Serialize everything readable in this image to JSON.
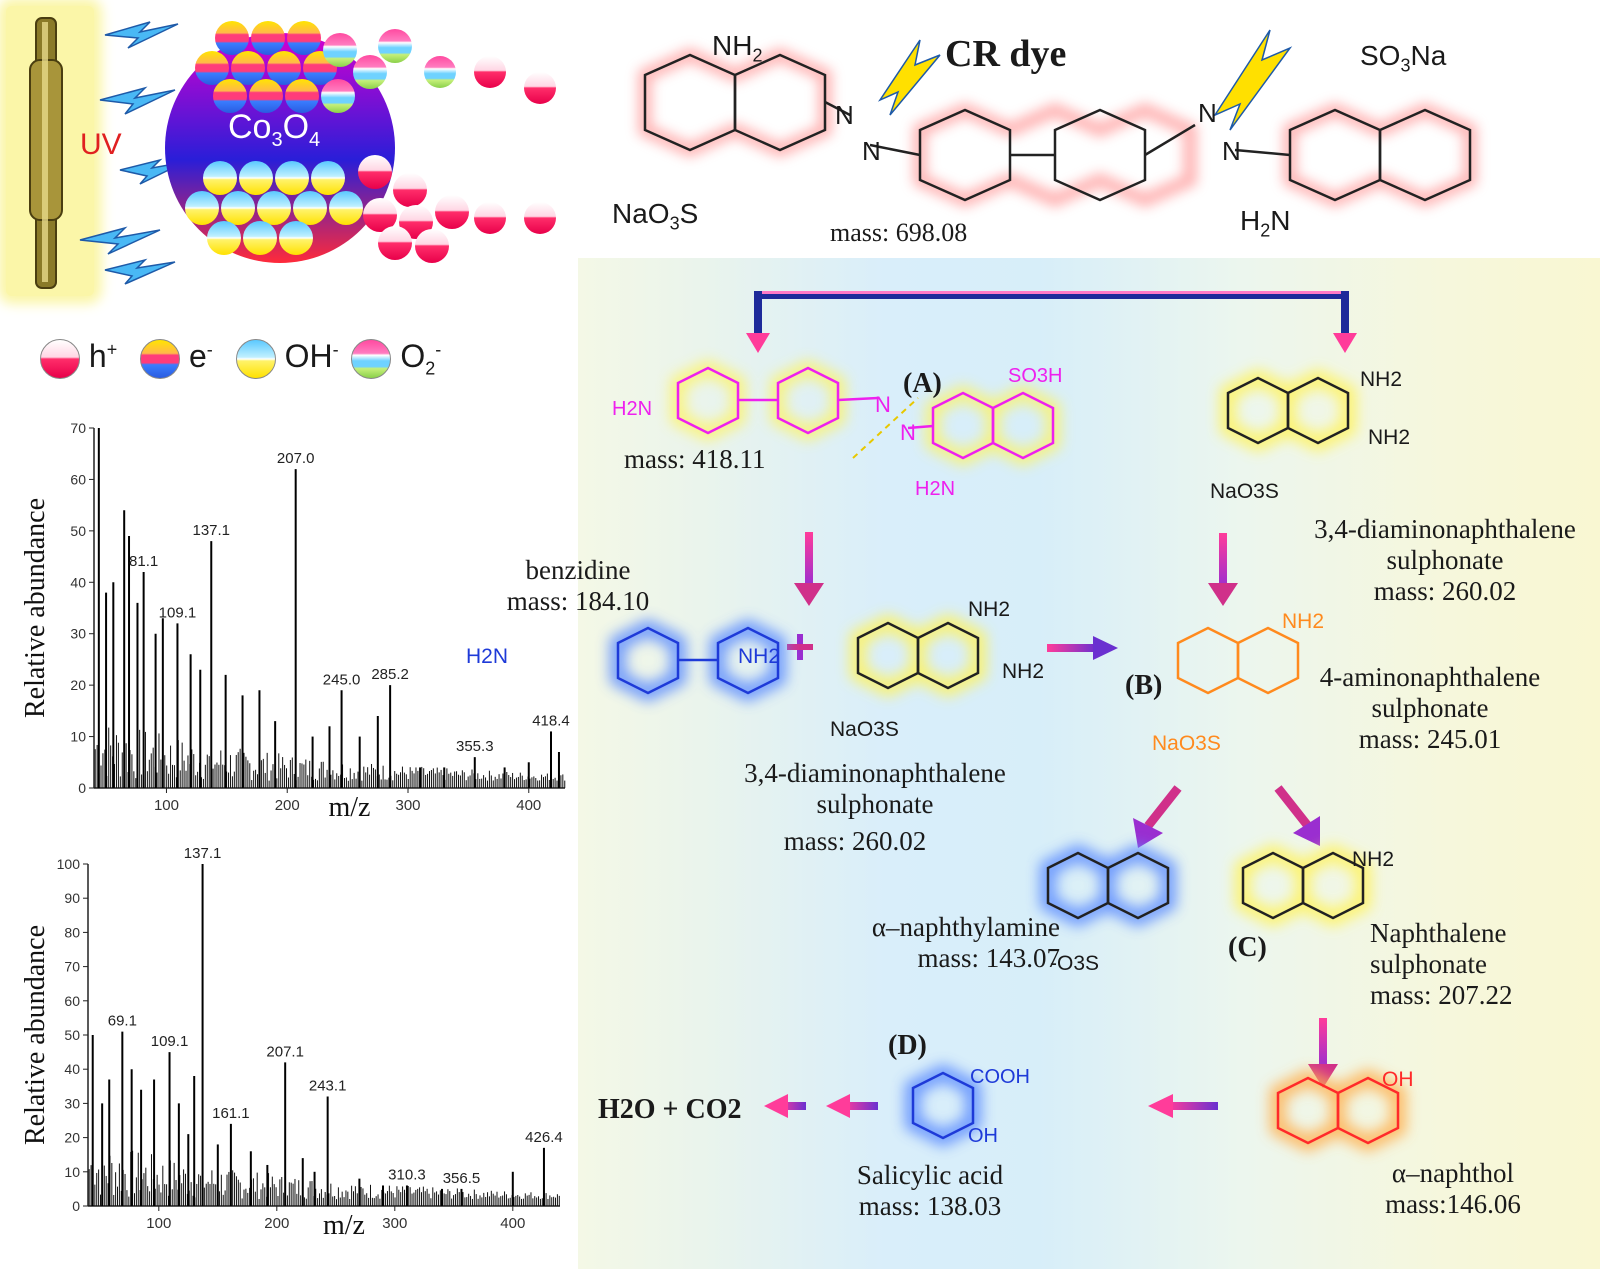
{
  "photocatalysis": {
    "uv_label": "UV",
    "catalyst_label": "Co3O4",
    "catalyst_main": "Co",
    "catalyst_sub1": "3",
    "catalyst_mid": "O",
    "catalyst_sub2": "4",
    "legend": [
      {
        "name": "hole",
        "text": "h",
        "sup": "+",
        "icon": "hole-ball-icon"
      },
      {
        "name": "electron",
        "text": "e",
        "sup": "-",
        "icon": "electron-ball-icon"
      },
      {
        "name": "hydroxyl",
        "text": "OH",
        "sup": "-",
        "icon": "hydroxyl-ball-icon"
      },
      {
        "name": "superoxide",
        "text": "O",
        "sub": "2",
        "sup": "-",
        "icon": "superoxide-ball-icon"
      }
    ]
  },
  "dye": {
    "title": "CR dye",
    "mass": "mass: 698.08",
    "groups": {
      "nh2_left": "NH",
      "nh2_left_sub": "2",
      "so3na_right": "SO",
      "so3na_right_sub": "3",
      "so3na_right_tail": "Na",
      "nao3s_left": "NaO",
      "nao3s_left_sub": "3",
      "nao3s_left_tail": "S",
      "h2n_right": "H",
      "h2n_right_sub": "2",
      "h2n_right_tail": "N",
      "n1": "N",
      "n2": "N",
      "n3": "N",
      "n4": "N"
    }
  },
  "pathway": {
    "A": {
      "tag": "(A)",
      "mass": "mass: 418.11",
      "h2n": "H2N",
      "so3h": "SO3H",
      "h2n_bottom": "H2N",
      "n_top": "N",
      "n_bottom": "N"
    },
    "right_top": {
      "nh2_a": "NH2",
      "nh2_b": "NH2",
      "nao3s": "NaO3S",
      "name_1": "3,4-diaminonaphthalene",
      "name_2": "sulphonate",
      "mass": "mass: 260.02"
    },
    "benzidine": {
      "name": "benzidine",
      "mass": "mass: 184.10",
      "h2n": "H2N",
      "nh2": "NH2"
    },
    "plus": "+",
    "mid_dans": {
      "nh2_a": "NH2",
      "nh2_b": "NH2",
      "nao3s": "NaO3S",
      "name_1": "3,4-diaminonaphthalene",
      "name_2": "sulphonate",
      "mass": "mass: 260.02"
    },
    "B": {
      "tag": "(B)",
      "nh2": "NH2",
      "nao3s": "NaO3S",
      "name_1": "4-aminonaphthalene",
      "name_2": "sulphonate",
      "mass": "mass: 245.01"
    },
    "naphthylamine": {
      "name": "α–naphthylamine",
      "mass": "mass: 143.07",
      "o3s": "-O3S"
    },
    "C": {
      "tag": "(C)",
      "nh2": "NH2",
      "name_1": "Naphthalene",
      "name_2": "sulphonate",
      "mass": "mass: 207.22"
    },
    "naphthol": {
      "oh": "OH",
      "name": "α–naphthol",
      "mass": "mass:146.06"
    },
    "D": {
      "tag": "(D)",
      "cooh": "COOH",
      "oh": "OH",
      "name": "Salicylic acid",
      "mass": "mass: 138.03"
    },
    "final": "H2O + CO2"
  },
  "chart_data": [
    {
      "type": "bar",
      "title": "",
      "xlabel": "m/z",
      "ylabel": "Relative abundance",
      "xlim": [
        40,
        430
      ],
      "ylim": [
        0,
        70
      ],
      "xticks": [
        100,
        200,
        300,
        400
      ],
      "yticks": [
        0,
        10,
        20,
        30,
        40,
        50,
        60,
        70
      ],
      "peaks": [
        {
          "x": 44,
          "y": 70
        },
        {
          "x": 50,
          "y": 38
        },
        {
          "x": 56,
          "y": 40
        },
        {
          "x": 65,
          "y": 54
        },
        {
          "x": 69,
          "y": 49
        },
        {
          "x": 76,
          "y": 36
        },
        {
          "x": 81.1,
          "y": 42,
          "label": "81.1"
        },
        {
          "x": 91,
          "y": 30
        },
        {
          "x": 97,
          "y": 33
        },
        {
          "x": 109.1,
          "y": 32,
          "label": "109.1"
        },
        {
          "x": 120,
          "y": 26
        },
        {
          "x": 128,
          "y": 23
        },
        {
          "x": 137.1,
          "y": 48,
          "label": "137.1"
        },
        {
          "x": 149,
          "y": 22
        },
        {
          "x": 163,
          "y": 18
        },
        {
          "x": 177,
          "y": 19
        },
        {
          "x": 190,
          "y": 13
        },
        {
          "x": 207.0,
          "y": 62,
          "label": "207.0"
        },
        {
          "x": 221,
          "y": 10
        },
        {
          "x": 235,
          "y": 12
        },
        {
          "x": 245.0,
          "y": 19,
          "label": "245.0"
        },
        {
          "x": 260,
          "y": 10
        },
        {
          "x": 275,
          "y": 14
        },
        {
          "x": 285.2,
          "y": 20,
          "label": "285.2"
        },
        {
          "x": 310,
          "y": 4
        },
        {
          "x": 330,
          "y": 4
        },
        {
          "x": 355.3,
          "y": 6,
          "label": "355.3"
        },
        {
          "x": 380,
          "y": 4
        },
        {
          "x": 400,
          "y": 5
        },
        {
          "x": 418.4,
          "y": 11,
          "label": "418.4"
        },
        {
          "x": 425,
          "y": 7
        }
      ]
    },
    {
      "type": "bar",
      "title": "",
      "xlabel": "m/z",
      "ylabel": "Relative abundance",
      "xlim": [
        40,
        440
      ],
      "ylim": [
        0,
        100
      ],
      "xticks": [
        100,
        200,
        300,
        400
      ],
      "yticks": [
        0,
        10,
        20,
        30,
        40,
        50,
        60,
        70,
        80,
        90,
        100
      ],
      "peaks": [
        {
          "x": 44,
          "y": 50
        },
        {
          "x": 52,
          "y": 30
        },
        {
          "x": 58,
          "y": 37
        },
        {
          "x": 69.1,
          "y": 51,
          "label": "69.1"
        },
        {
          "x": 77,
          "y": 40
        },
        {
          "x": 85,
          "y": 34
        },
        {
          "x": 96,
          "y": 37
        },
        {
          "x": 109.1,
          "y": 45,
          "label": "109.1"
        },
        {
          "x": 117,
          "y": 30
        },
        {
          "x": 125,
          "y": 21
        },
        {
          "x": 130,
          "y": 38
        },
        {
          "x": 137.1,
          "y": 100,
          "label": "137.1"
        },
        {
          "x": 150,
          "y": 18
        },
        {
          "x": 161.1,
          "y": 24,
          "label": "161.1"
        },
        {
          "x": 178,
          "y": 16
        },
        {
          "x": 192,
          "y": 12
        },
        {
          "x": 207.1,
          "y": 42,
          "label": "207.1"
        },
        {
          "x": 222,
          "y": 14
        },
        {
          "x": 232,
          "y": 10
        },
        {
          "x": 243.1,
          "y": 32,
          "label": "243.1"
        },
        {
          "x": 270,
          "y": 8
        },
        {
          "x": 290,
          "y": 6
        },
        {
          "x": 310.3,
          "y": 6,
          "label": "310.3"
        },
        {
          "x": 340,
          "y": 5
        },
        {
          "x": 356.5,
          "y": 5,
          "label": "356.5"
        },
        {
          "x": 400,
          "y": 10
        },
        {
          "x": 426.4,
          "y": 17,
          "label": "426.4"
        }
      ]
    }
  ]
}
